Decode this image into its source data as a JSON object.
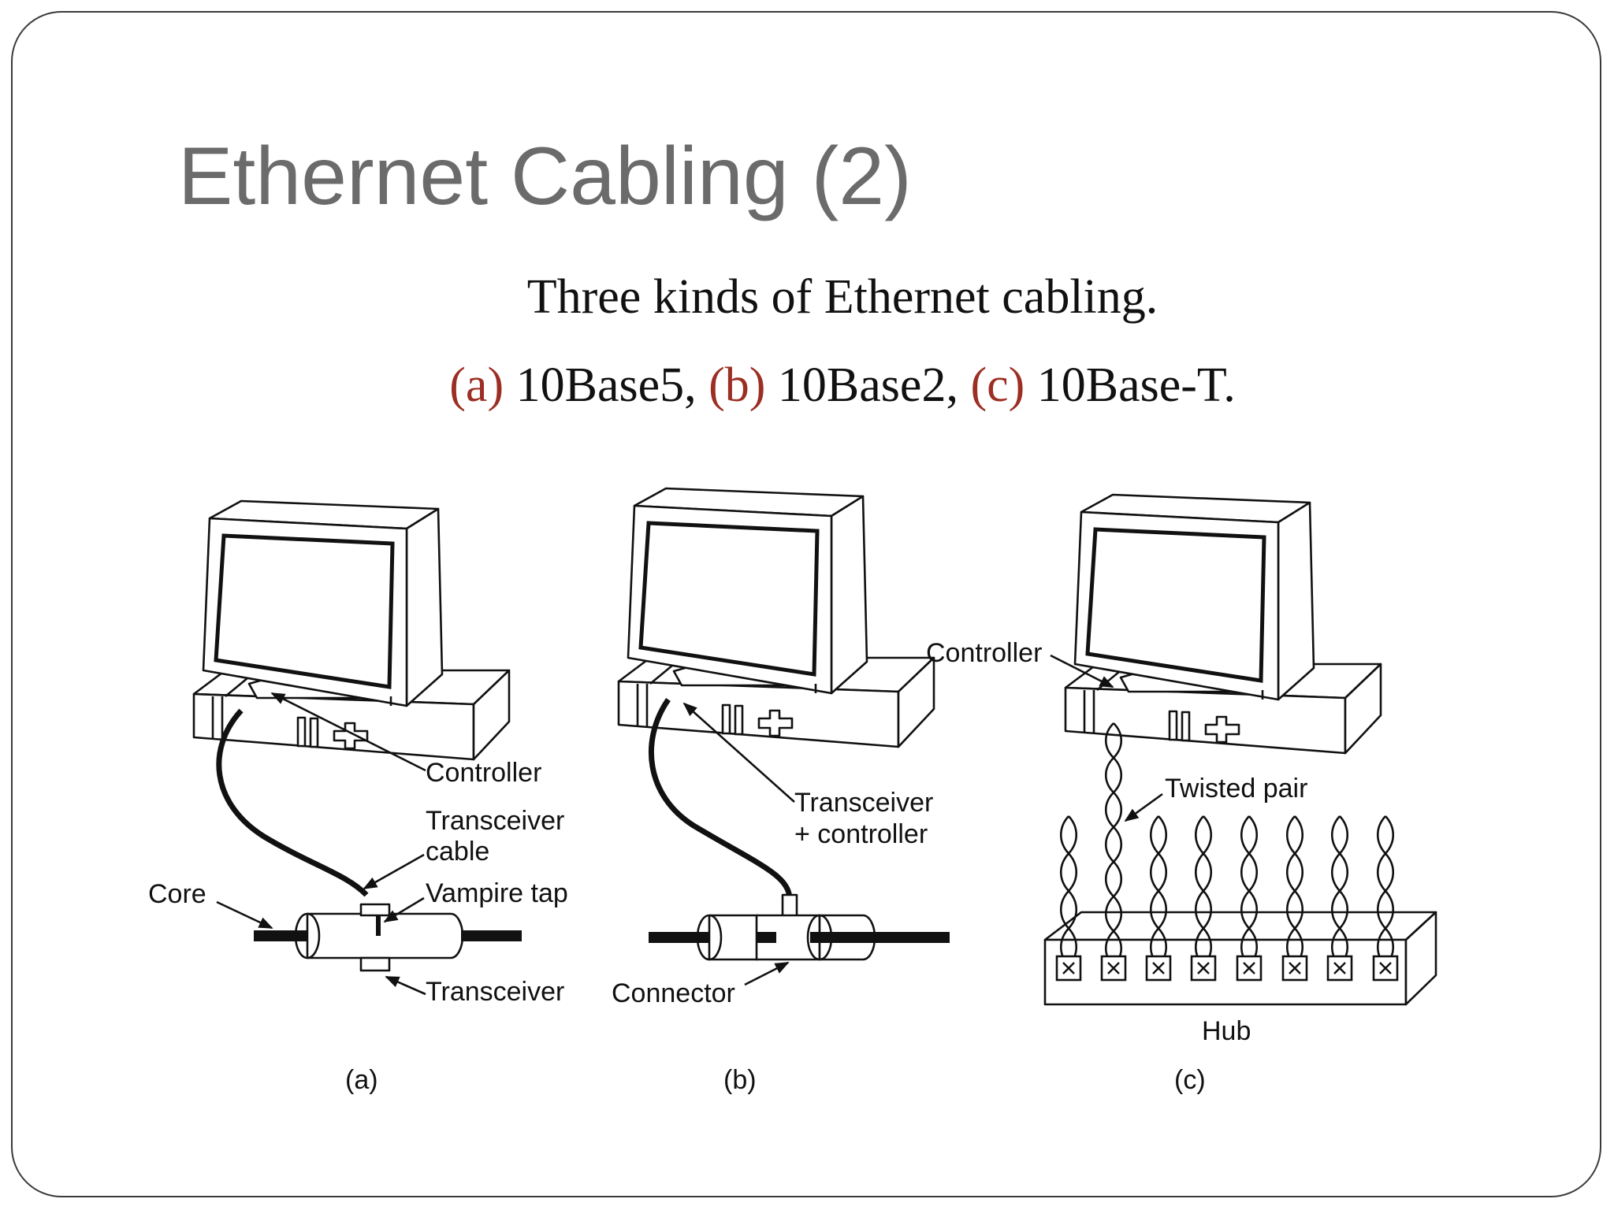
{
  "slide": {
    "title": "Ethernet Cabling (2)",
    "caption_line1": "Three kinds of Ethernet cabling.",
    "caption_line2": [
      {
        "tag": "(a)",
        "text": " 10Base5, "
      },
      {
        "tag": "(b)",
        "text": " 10Base2, "
      },
      {
        "tag": "(c)",
        "text": " 10Base-T."
      }
    ],
    "accent_color": "#9c2f24",
    "title_color": "#6b6b6b"
  },
  "diagram": {
    "panel_a": {
      "controller": "Controller",
      "transceiver_cable_line1": "Transceiver",
      "transceiver_cable_line2": "cable",
      "core": "Core",
      "vampire_tap": "Vampire tap",
      "transceiver": "Transceiver",
      "caption": "(a)"
    },
    "panel_b": {
      "transceiver_controller_line1": "Transceiver",
      "transceiver_controller_line2": "+ controller",
      "connector": "Connector",
      "caption": "(b)"
    },
    "panel_c": {
      "controller": "Controller",
      "twisted_pair": "Twisted pair",
      "hub": "Hub",
      "caption": "(c)"
    }
  }
}
